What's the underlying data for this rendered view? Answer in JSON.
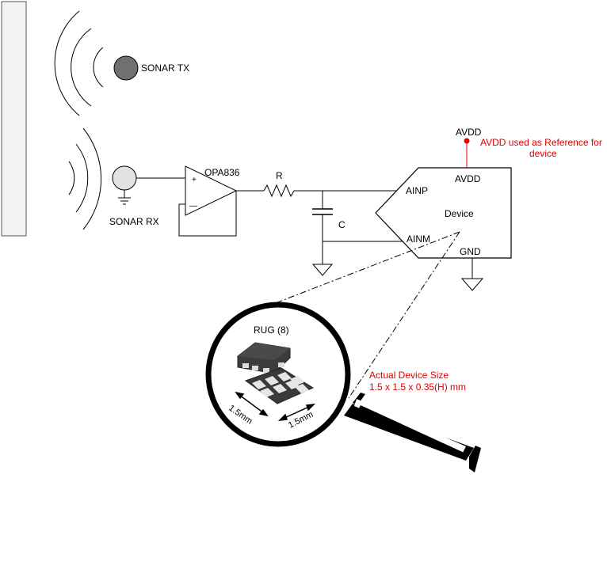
{
  "labels": {
    "sonar_tx": "SONAR TX",
    "sonar_rx": "SONAR RX",
    "opamp": "OPA836",
    "opamp_plus": "+",
    "opamp_minus": "—",
    "resistor": "R",
    "capacitor": "C",
    "avdd_top": "AVDD",
    "avdd_note_line1": "AVDD used as Reference for",
    "avdd_note_line2": "device",
    "device_avdd": "AVDD",
    "device_ainp": "AINP",
    "device_ainm": "AINM",
    "device_name": "Device",
    "device_gnd": "GND",
    "package": "RUG (8)",
    "dim_left": "1.5mm",
    "dim_right": "1.5mm",
    "size_line1": "Actual Device Size",
    "size_line2": "1.5 x 1.5 x 0.35(H) mm"
  },
  "colors": {
    "annotation": "#e00000",
    "lines": "#000000",
    "sensor_tx": "#707070",
    "sensor_rx": "#e2e2e2"
  }
}
